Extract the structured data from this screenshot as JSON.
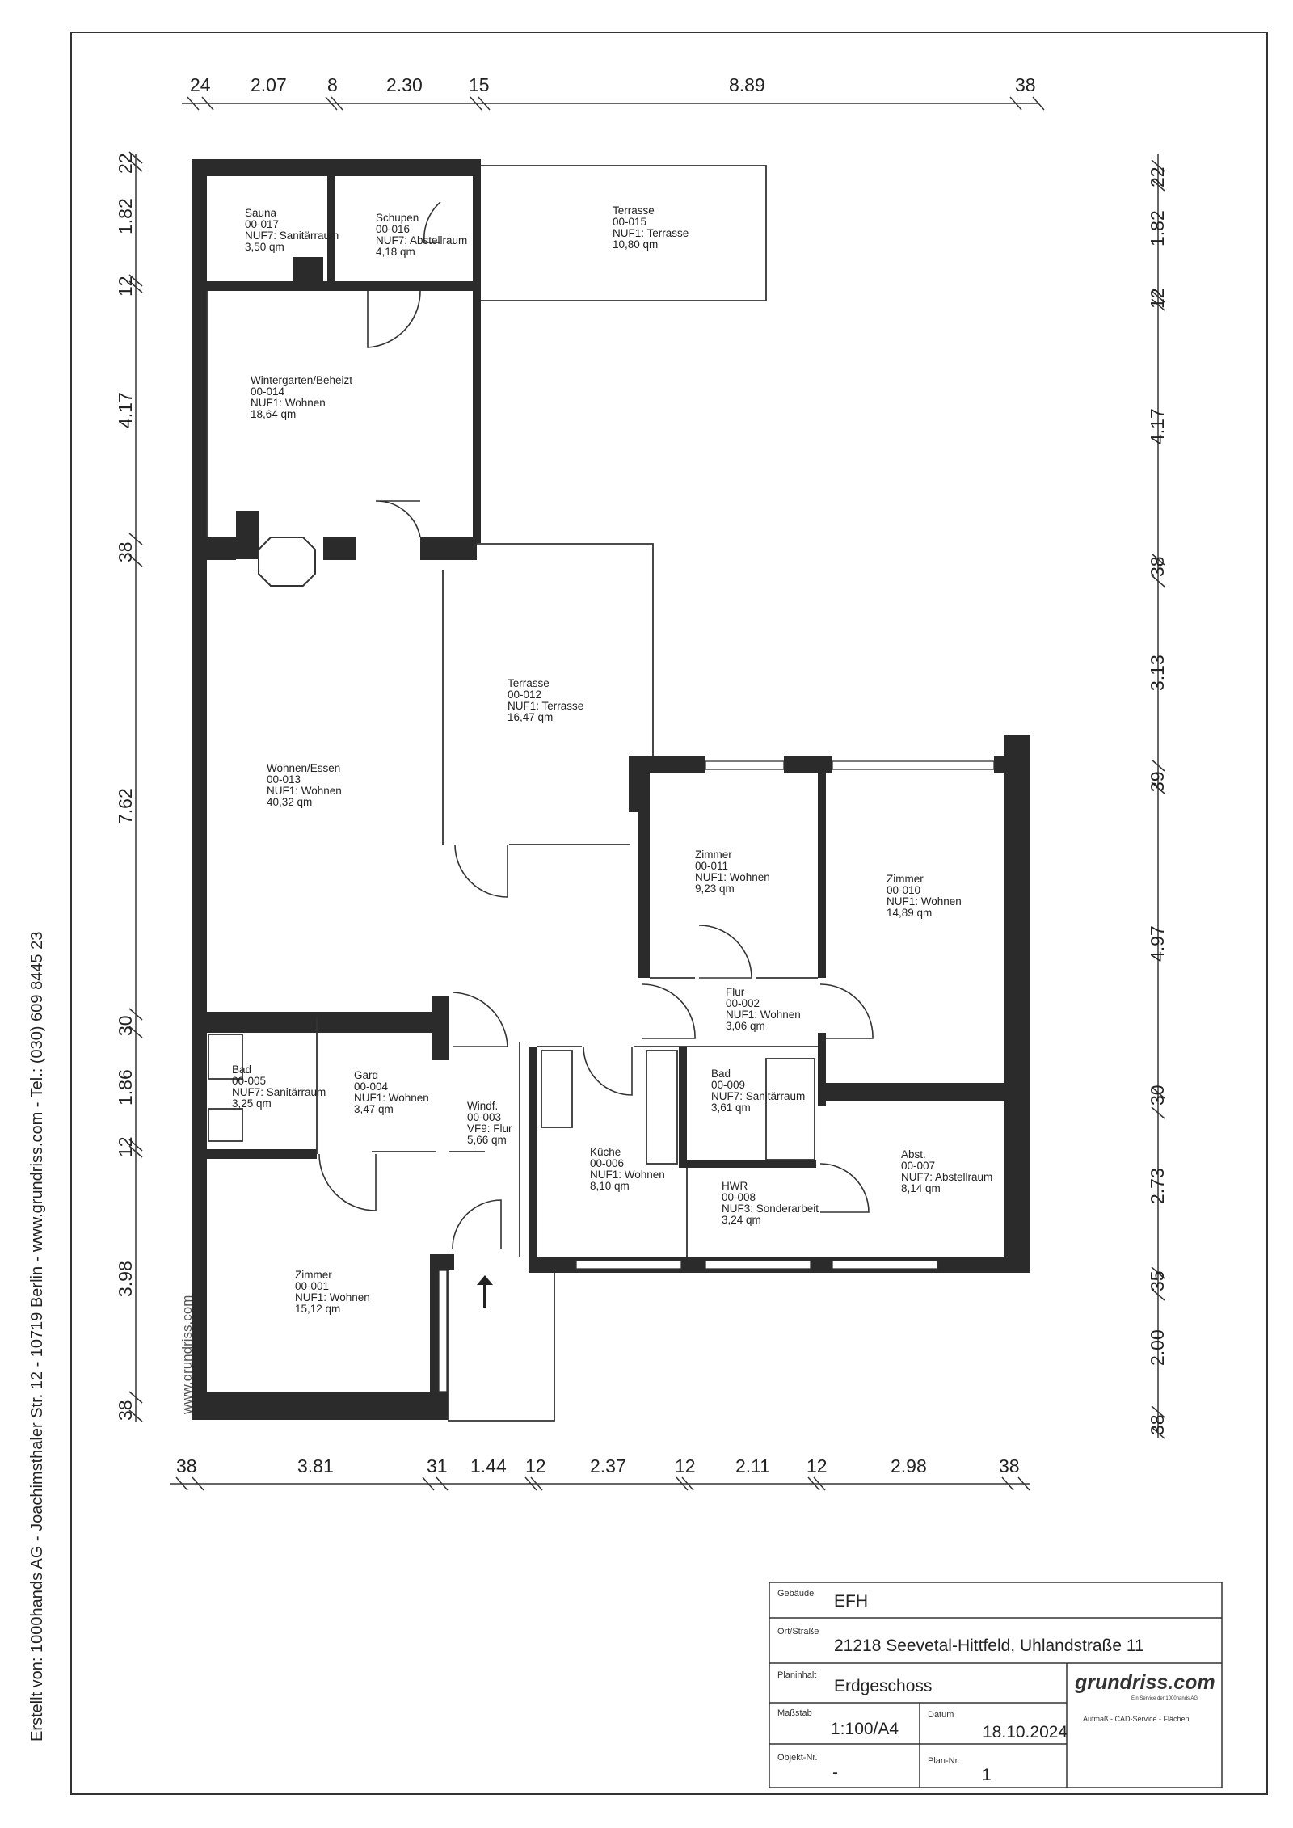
{
  "side_text": {
    "created_by": "Erstellt von:   1000hands AG - Joachimsthaler Str. 12 - 10719 Berlin  -   www.grundriss.com   -   Tel.: (030) 609 8445 23",
    "watermark": "www.grundriss.com"
  },
  "dimensions": {
    "top": [
      "24",
      "2.07",
      "8",
      "2.30",
      "15",
      "8.89",
      "38"
    ],
    "bottom": [
      "38",
      "3.81",
      "31",
      "1.44",
      "12",
      "2.37",
      "12",
      "2.11",
      "12",
      "2.98",
      "38"
    ],
    "left": [
      "22",
      "1.82",
      "12",
      "4.17",
      "38",
      "7.62",
      "30",
      "1.86",
      "12",
      "3.98",
      "38"
    ],
    "right": [
      "22",
      "1.82",
      "12",
      "4.17",
      "38",
      "3.13",
      "39",
      "4.97",
      "30",
      "2.73",
      "35",
      "2.00",
      "38"
    ]
  },
  "rooms": [
    {
      "name": "Sauna",
      "id": "00-017",
      "use": "NUF7: Sanitärraum",
      "area": "3,50 qm"
    },
    {
      "name": "Schupen",
      "id": "00-016",
      "use": "NUF7: Abstellraum",
      "area": "4,18 qm"
    },
    {
      "name": "Terrasse",
      "id": "00-015",
      "use": "NUF1: Terrasse",
      "area": "10,80 qm"
    },
    {
      "name": "Wintergarten/Beheizt",
      "id": "00-014",
      "use": "NUF1: Wohnen",
      "area": "18,64 qm"
    },
    {
      "name": "Terrasse",
      "id": "00-012",
      "use": "NUF1: Terrasse",
      "area": "16,47 qm"
    },
    {
      "name": "Wohnen/Essen",
      "id": "00-013",
      "use": "NUF1: Wohnen",
      "area": "40,32 qm"
    },
    {
      "name": "Zimmer",
      "id": "00-011",
      "use": "NUF1: Wohnen",
      "area": "9,23 qm"
    },
    {
      "name": "Zimmer",
      "id": "00-010",
      "use": "NUF1: Wohnen",
      "area": "14,89 qm"
    },
    {
      "name": "Flur",
      "id": "00-002",
      "use": "NUF1: Wohnen",
      "area": "3,06 qm"
    },
    {
      "name": "Bad",
      "id": "00-005",
      "use": "NUF7: Sanitärraum",
      "area": "3,25 qm"
    },
    {
      "name": "Gard",
      "id": "00-004",
      "use": "NUF1: Wohnen",
      "area": "3,47 qm"
    },
    {
      "name": "Windf.",
      "id": "00-003",
      "use": "VF9: Flur",
      "area": "5,66 qm"
    },
    {
      "name": "Küche",
      "id": "00-006",
      "use": "NUF1: Wohnen",
      "area": "8,10 qm"
    },
    {
      "name": "Bad",
      "id": "00-009",
      "use": "NUF7: Sanitärraum",
      "area": "3,61 qm"
    },
    {
      "name": "HWR",
      "id": "00-008",
      "use": "NUF3: Sonderarbeit",
      "area": "3,24 qm"
    },
    {
      "name": "Abst.",
      "id": "00-007",
      "use": "NUF7: Abstellraum",
      "area": "8,14 qm"
    },
    {
      "name": "Zimmer",
      "id": "00-001",
      "use": "NUF1: Wohnen",
      "area": "15,12 qm"
    }
  ],
  "title_block": {
    "gebaeude_label": "Gebäude",
    "gebaeude": "EFH",
    "ort_label": "Ort/Straße",
    "ort": "21218 Seevetal-Hittfeld, Uhlandstraße 11",
    "planinhalt_label": "Planinhalt",
    "planinhalt": "Erdgeschoss",
    "massstab_label": "Maßstab",
    "massstab": "1:100/A4",
    "datum_label": "Datum",
    "datum": "18.10.2024",
    "objekt_label": "Objekt-Nr.",
    "objekt": "-",
    "plan_label": "Plan-Nr.",
    "plan": "1",
    "logo": "grundriss.com",
    "logo_sub": "Ein Service der 1000hands AG",
    "logo_services": "Aufmaß - CAD-Service - Flächen"
  },
  "colors": {
    "wall": "#2b2b2b",
    "line": "#333333",
    "paper": "#ffffff"
  }
}
